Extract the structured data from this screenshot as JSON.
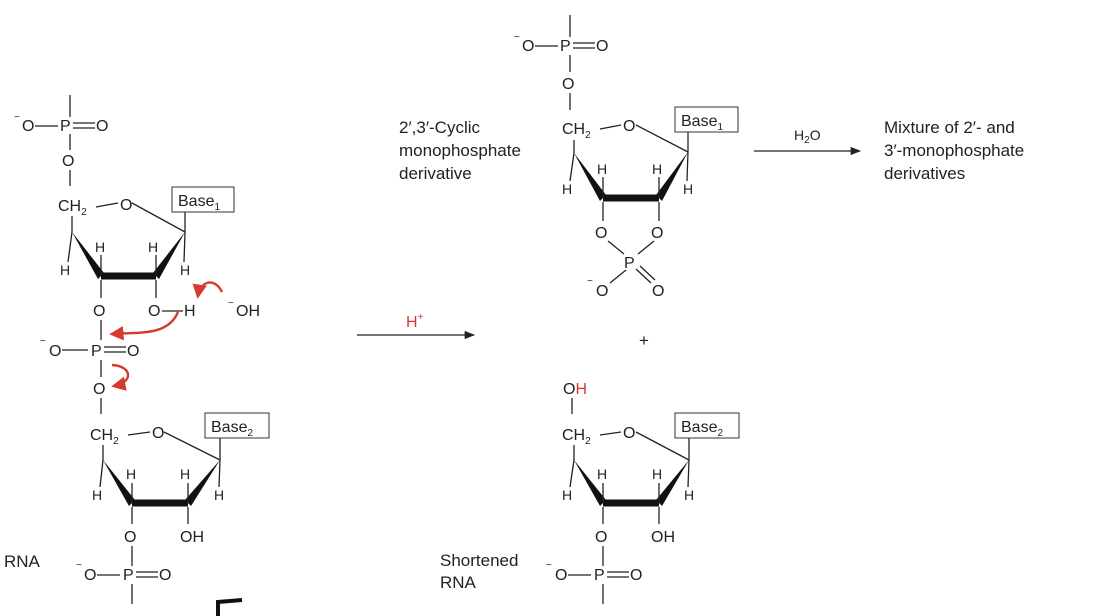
{
  "atoms": {
    "O": "O",
    "P": "P",
    "H": "H",
    "CH": "CH",
    "two": "2",
    "minus": "−",
    "OH": "OH",
    "hydroxide": "OH",
    "plus": "+"
  },
  "bases": {
    "base1": "Base",
    "base1_sub": "1",
    "base2": "Base",
    "base2_sub": "2"
  },
  "labels": {
    "rna": "RNA",
    "cyclic_line1": "2′,3′-Cyclic",
    "cyclic_line2": "monophosphate",
    "cyclic_line3": "derivative",
    "mixture_line1": "Mixture of 2′- and",
    "mixture_line2": "3′-monophosphate",
    "mixture_line3": "derivatives",
    "shortened_line1": "Shortened",
    "shortened_line2": "RNA"
  },
  "reagents": {
    "acid": "H",
    "acid_sup": "+",
    "water_h": "H",
    "water_sub": "2",
    "water_o": "O"
  },
  "colors": {
    "mechanism_arrows": "#d63a2f",
    "ink": "#222222"
  }
}
